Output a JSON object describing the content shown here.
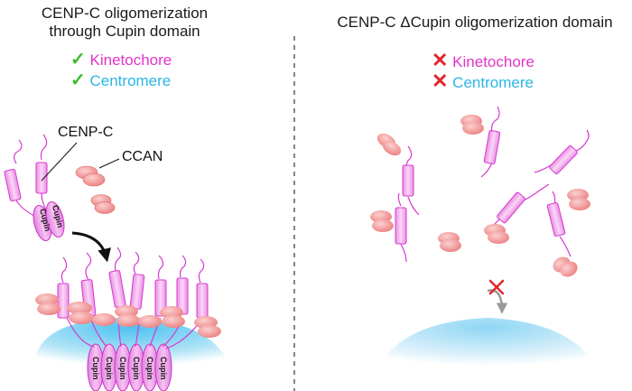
{
  "left_panel": {
    "title_line1": "CENP-C oligomerization",
    "title_line2": "through Cupin domain",
    "status": [
      {
        "label": "Kinetochore",
        "mark": "✓",
        "color": "#e233c8"
      },
      {
        "label": "Centromere",
        "mark": "✓",
        "color": "#2bb6e6"
      }
    ],
    "label_cenpc": "CENP-C",
    "label_ccan": "CCAN",
    "cupin_label": "Cupin"
  },
  "right_panel": {
    "title": "CENP-C ΔCupin oligomerization domain",
    "status": [
      {
        "label": "Kinetochore",
        "mark": "✕",
        "color": "#e233c8"
      },
      {
        "label": "Centromere",
        "mark": "✕",
        "color": "#2bb6e6"
      }
    ]
  },
  "colors": {
    "cenpc_fill": "#f7b6f0",
    "cenpc_stroke": "#d63ad0",
    "ccan_fill": "#f08a8a",
    "chromatin": "#7fd0f0",
    "divider": "#333333"
  }
}
